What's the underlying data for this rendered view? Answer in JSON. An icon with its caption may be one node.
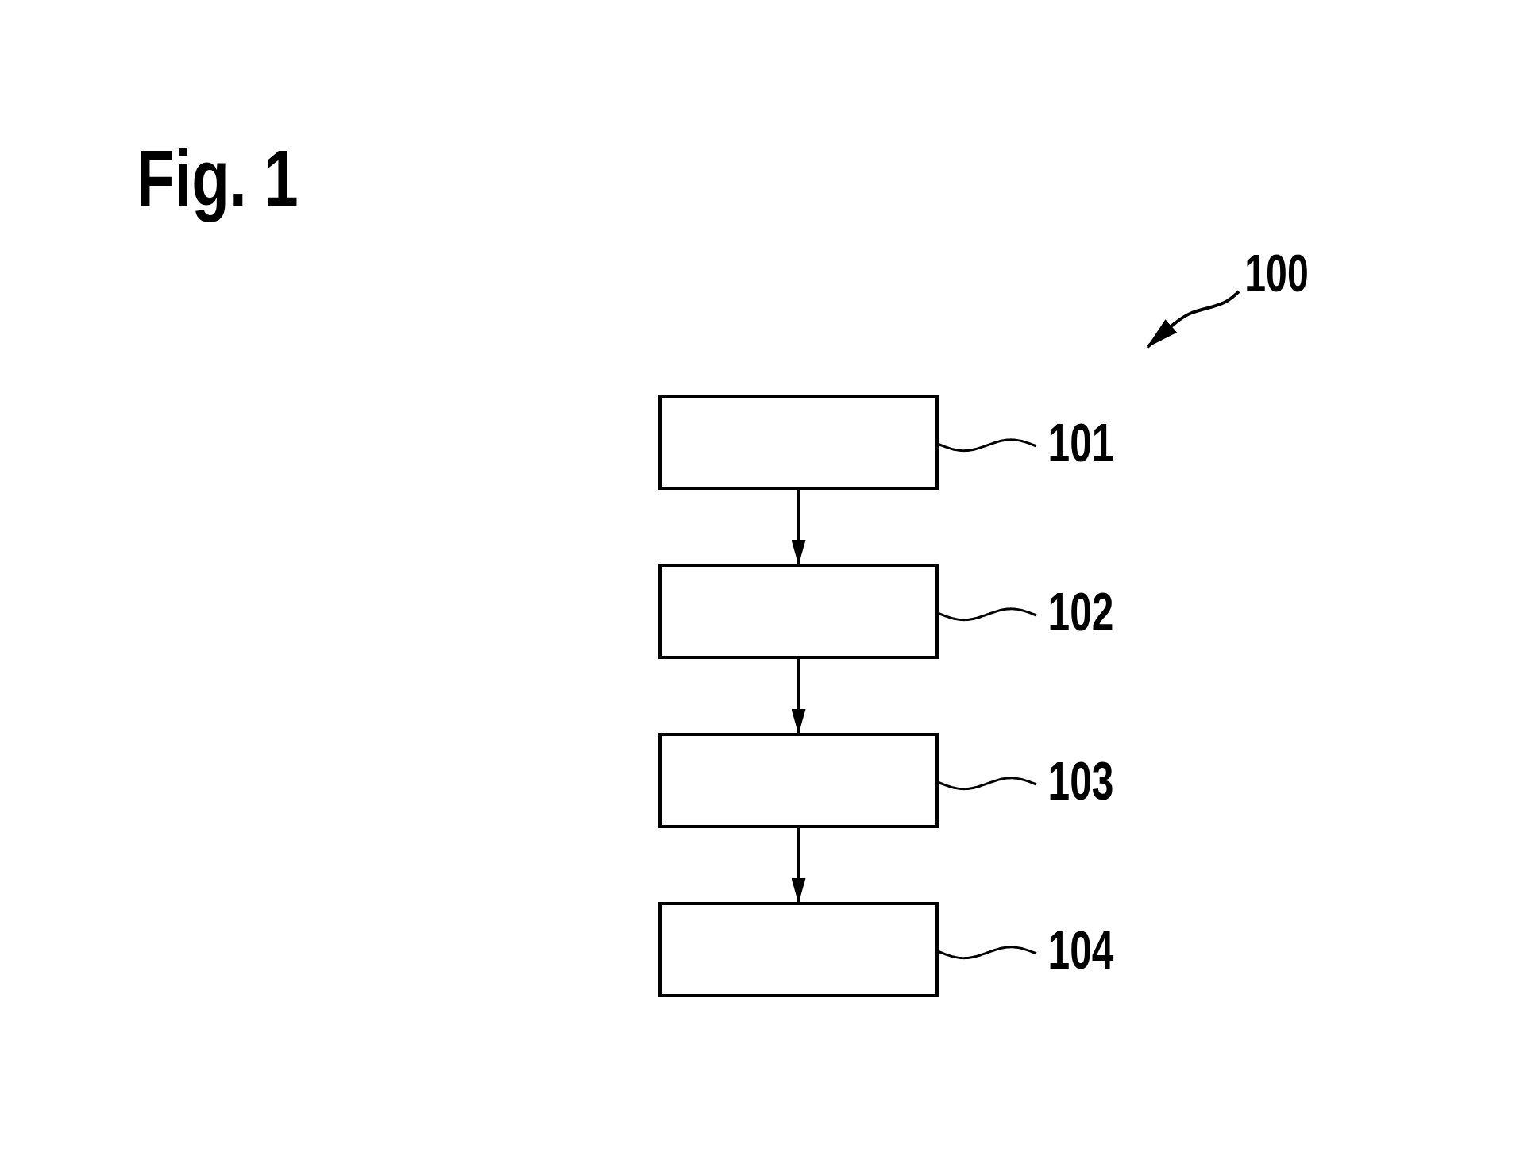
{
  "diagram": {
    "title": "Fig. 1",
    "nodes": [
      {
        "text": [
          "100"
        ]
      },
      {
        "text": [],
        "shape": "box"
      },
      {
        "text": [
          "101"
        ]
      },
      {
        "text": [],
        "shape": "box"
      },
      {
        "text": [
          "102"
        ]
      },
      {
        "text": [],
        "shape": "box"
      },
      {
        "text": [
          "103"
        ]
      },
      {
        "text": [],
        "shape": "box"
      },
      {
        "text": [
          "104"
        ]
      }
    ],
    "edges": [
      {
        "from": 1,
        "to": 3,
        "arrow": "to"
      },
      {
        "from": 3,
        "to": 5,
        "arrow": "to"
      },
      {
        "from": 5,
        "to": 7,
        "arrow": "to"
      },
      {
        "from": 2,
        "to": 1,
        "arrow": "none"
      },
      {
        "from": 4,
        "to": 3,
        "arrow": "none"
      },
      {
        "from": 6,
        "to": 5,
        "arrow": "none"
      },
      {
        "from": 8,
        "to": 7,
        "arrow": "none"
      },
      {
        "from": 0,
        "to": null,
        "arrow": "to"
      }
    ]
  }
}
